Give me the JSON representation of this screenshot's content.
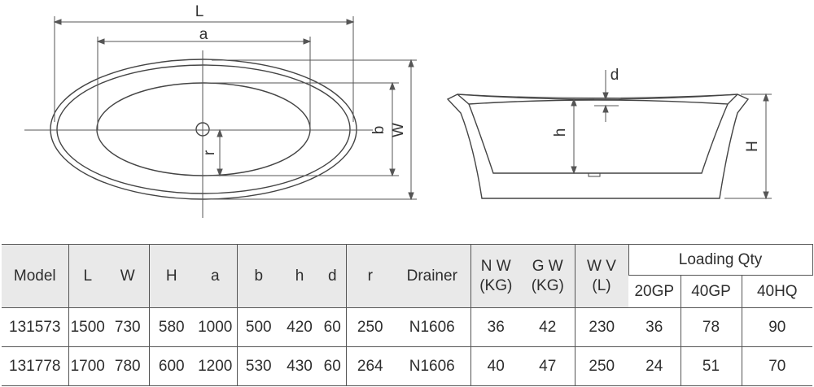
{
  "drawing": {
    "top_view_labels": {
      "length": "L",
      "inner_length": "a",
      "inner_width": "b",
      "width": "W",
      "radius": "r"
    },
    "side_view_labels": {
      "depth": "h",
      "rim": "d",
      "height": "H"
    }
  },
  "table": {
    "headers": {
      "model": "Model",
      "L": "L",
      "W": "W",
      "H": "H",
      "a": "a",
      "b": "b",
      "h": "h",
      "d": "d",
      "r": "r",
      "drainer": "Drainer",
      "nw_1": "N W",
      "nw_2": "(KG)",
      "gw_1": "G W",
      "gw_2": "(KG)",
      "wv_1": "W V",
      "wv_2": "(L)",
      "loading_qty": "Loading Qty",
      "gp20": "20GP",
      "gp40": "40GP",
      "hq40": "40HQ"
    },
    "rows": [
      {
        "model": "131573",
        "L": "1500",
        "W": "730",
        "H": "580",
        "a": "1000",
        "b": "500",
        "h": "420",
        "d": "60",
        "r": "250",
        "drainer": "N1606",
        "nw": "36",
        "gw": "42",
        "wv": "230",
        "gp20": "36",
        "gp40": "78",
        "hq40": "90"
      },
      {
        "model": "131778",
        "L": "1700",
        "W": "780",
        "H": "600",
        "a": "1200",
        "b": "530",
        "h": "430",
        "d": "60",
        "r": "264",
        "drainer": "N1606",
        "nw": "40",
        "gw": "47",
        "wv": "250",
        "gp20": "24",
        "gp40": "51",
        "hq40": "70"
      }
    ]
  }
}
